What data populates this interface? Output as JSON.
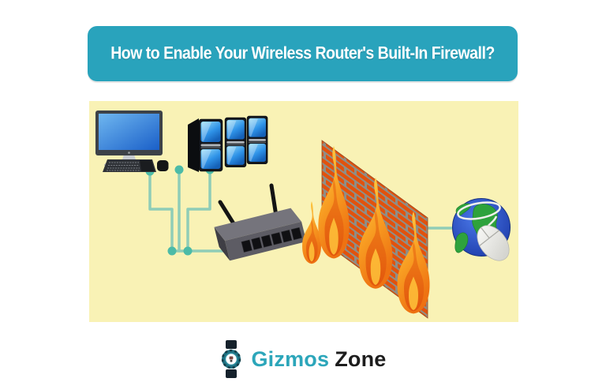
{
  "banner": {
    "title": "How to Enable Your Wireless Router's Built-In Firewall?",
    "bg_color": "#29A3BC",
    "text_color": "#FFFFFF"
  },
  "diagram": {
    "bg_color": "#F9F2B5",
    "nodes": [
      {
        "id": "desktop-computer",
        "icon": "desktop-computer-icon"
      },
      {
        "id": "server-stack",
        "icon": "server-towers-icon"
      },
      {
        "id": "wireless-router",
        "icon": "wifi-router-icon"
      },
      {
        "id": "firewall",
        "icon": "burning-brick-wall-icon"
      },
      {
        "id": "internet",
        "icon": "globe-with-mouse-icon"
      }
    ],
    "connections": [
      "desktop-computer - wireless-router",
      "server-stack - wireless-router",
      "firewall - internet"
    ],
    "colors": {
      "cable": "#8FCDB7",
      "cable_node": "#4CBBA7",
      "brick": "#E2520D",
      "mortar": "#8F8E86",
      "flame_yellow": "#FFD94E",
      "flame_orange": "#EE7212",
      "globe_ocean": "#2445C8",
      "globe_land": "#2EA23C",
      "router_gray": "#5D5C64",
      "server_panel_blue": "#2F93E8",
      "screen_blue": "#1A5FC8"
    }
  },
  "logo": {
    "icon": "smartwatch-gear-icon",
    "brand_first": "Gizmos",
    "brand_second": "Zone",
    "first_color": "#2CA6BA",
    "second_color": "#1D1D1D"
  }
}
